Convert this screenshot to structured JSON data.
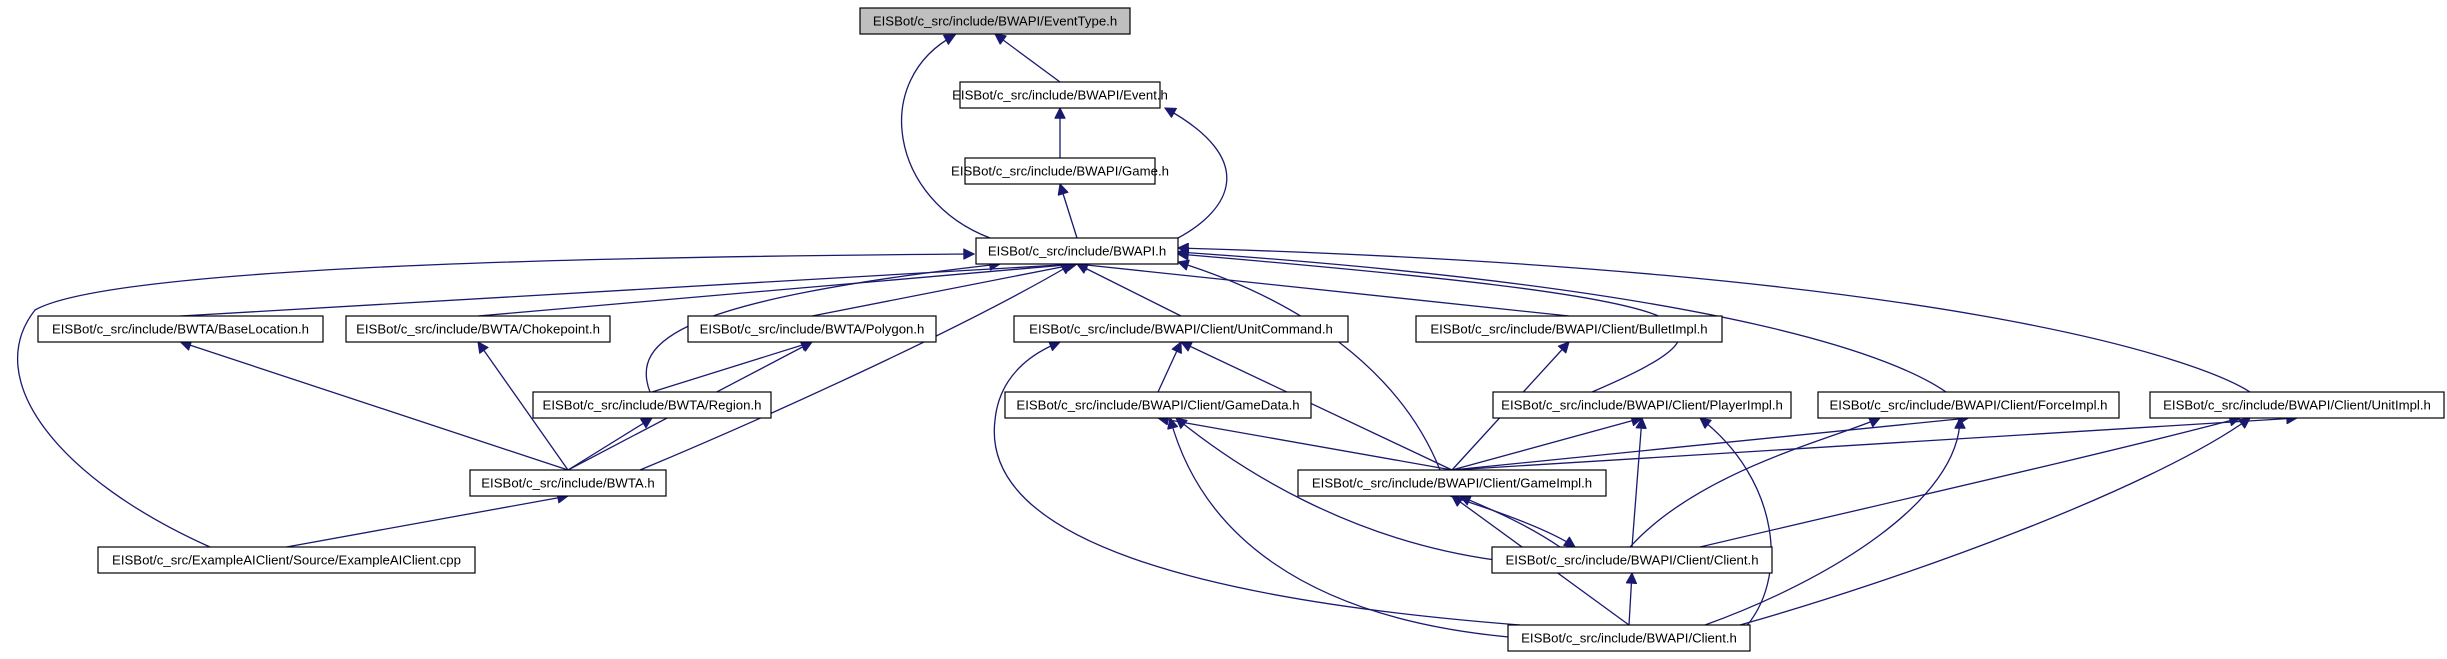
{
  "colors": {
    "edge": "#191970",
    "node_fill": "#ffffff",
    "root_fill": "#bfbfbf",
    "border": "#000000"
  },
  "nodes": [
    {
      "id": "eventtype",
      "label": "EISBot/c_src/include/BWAPI/EventType.h",
      "highlighted": true
    },
    {
      "id": "event",
      "label": "EISBot/c_src/include/BWAPI/Event.h"
    },
    {
      "id": "game",
      "label": "EISBot/c_src/include/BWAPI/Game.h"
    },
    {
      "id": "bwapi",
      "label": "EISBot/c_src/include/BWAPI.h"
    },
    {
      "id": "baselocation",
      "label": "EISBot/c_src/include/BWTA/BaseLocation.h"
    },
    {
      "id": "chokepoint",
      "label": "EISBot/c_src/include/BWTA/Chokepoint.h"
    },
    {
      "id": "polygon",
      "label": "EISBot/c_src/include/BWTA/Polygon.h"
    },
    {
      "id": "unitcommand",
      "label": "EISBot/c_src/include/BWAPI/Client/UnitCommand.h"
    },
    {
      "id": "bulletimpl",
      "label": "EISBot/c_src/include/BWAPI/Client/BulletImpl.h"
    },
    {
      "id": "region",
      "label": "EISBot/c_src/include/BWTA/Region.h"
    },
    {
      "id": "gamedata",
      "label": "EISBot/c_src/include/BWAPI/Client/GameData.h"
    },
    {
      "id": "playerimpl",
      "label": "EISBot/c_src/include/BWAPI/Client/PlayerImpl.h"
    },
    {
      "id": "forceimpl",
      "label": "EISBot/c_src/include/BWAPI/Client/ForceImpl.h"
    },
    {
      "id": "unitimpl",
      "label": "EISBot/c_src/include/BWAPI/Client/UnitImpl.h"
    },
    {
      "id": "bwta",
      "label": "EISBot/c_src/include/BWTA.h"
    },
    {
      "id": "gameimpl",
      "label": "EISBot/c_src/include/BWAPI/Client/GameImpl.h"
    },
    {
      "id": "exampleai",
      "label": "EISBot/c_src/ExampleAIClient/Source/ExampleAIClient.cpp"
    },
    {
      "id": "clientclient",
      "label": "EISBot/c_src/include/BWAPI/Client/Client.h"
    },
    {
      "id": "clienth",
      "label": "EISBot/c_src/include/BWAPI/Client.h"
    }
  ],
  "edges": [
    {
      "from": "event",
      "to": "eventtype"
    },
    {
      "from": "bwapi",
      "to": "eventtype"
    },
    {
      "from": "game",
      "to": "event"
    },
    {
      "from": "bwapi",
      "to": "event"
    },
    {
      "from": "bwapi",
      "to": "game"
    },
    {
      "from": "baselocation",
      "to": "bwapi"
    },
    {
      "from": "chokepoint",
      "to": "bwapi"
    },
    {
      "from": "polygon",
      "to": "bwapi"
    },
    {
      "from": "region",
      "to": "bwapi"
    },
    {
      "from": "bwta",
      "to": "bwapi"
    },
    {
      "from": "exampleai",
      "to": "bwapi"
    },
    {
      "from": "unitcommand",
      "to": "bwapi"
    },
    {
      "from": "gameimpl",
      "to": "bwapi"
    },
    {
      "from": "bulletimpl",
      "to": "bwapi"
    },
    {
      "from": "playerimpl",
      "to": "bwapi"
    },
    {
      "from": "forceimpl",
      "to": "bwapi"
    },
    {
      "from": "unitimpl",
      "to": "bwapi"
    },
    {
      "from": "bwta",
      "to": "baselocation"
    },
    {
      "from": "bwta",
      "to": "chokepoint"
    },
    {
      "from": "region",
      "to": "polygon"
    },
    {
      "from": "bwta",
      "to": "polygon"
    },
    {
      "from": "bwta",
      "to": "region"
    },
    {
      "from": "exampleai",
      "to": "bwta"
    },
    {
      "from": "gamedata",
      "to": "unitcommand"
    },
    {
      "from": "gameimpl",
      "to": "unitcommand"
    },
    {
      "from": "clienth",
      "to": "unitcommand"
    },
    {
      "from": "gameimpl",
      "to": "bulletimpl"
    },
    {
      "from": "gameimpl",
      "to": "gamedata"
    },
    {
      "from": "clientclient",
      "to": "gamedata"
    },
    {
      "from": "clienth",
      "to": "gamedata"
    },
    {
      "from": "gameimpl",
      "to": "playerimpl"
    },
    {
      "from": "clientclient",
      "to": "playerimpl"
    },
    {
      "from": "clienth",
      "to": "playerimpl"
    },
    {
      "from": "gameimpl",
      "to": "forceimpl"
    },
    {
      "from": "clientclient",
      "to": "forceimpl"
    },
    {
      "from": "clienth",
      "to": "forceimpl"
    },
    {
      "from": "gameimpl",
      "to": "unitimpl"
    },
    {
      "from": "clientclient",
      "to": "unitimpl"
    },
    {
      "from": "clienth",
      "to": "unitimpl"
    },
    {
      "from": "clientclient",
      "to": "gameimpl"
    },
    {
      "from": "gameimpl",
      "to": "clientclient"
    },
    {
      "from": "clienth",
      "to": "gameimpl"
    },
    {
      "from": "clienth",
      "to": "clientclient"
    }
  ]
}
